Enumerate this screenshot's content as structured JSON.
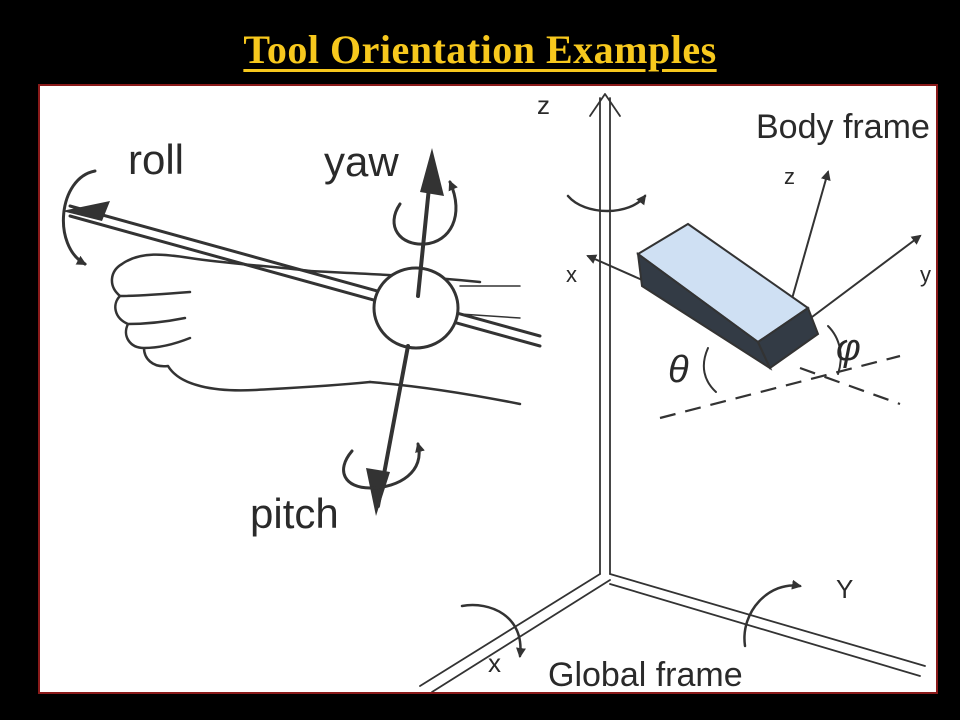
{
  "slide": {
    "title": "Tool Orientation Examples",
    "title_color": "#f7c81d",
    "background": "#000000"
  },
  "left_figure": {
    "labels": {
      "roll": "roll",
      "yaw": "yaw",
      "pitch": "pitch"
    },
    "icons": [
      "hand-illustration",
      "roll-rotation-arrow",
      "yaw-rotation-arrow",
      "pitch-rotation-arrow"
    ]
  },
  "right_figure": {
    "global_axes": {
      "z": "z",
      "x": "x",
      "y": "Y"
    },
    "body_axes": {
      "z": "z",
      "x": "x",
      "y": "y"
    },
    "angles": {
      "theta": "θ",
      "phi": "φ"
    },
    "body_frame_label": "Body frame",
    "global_frame_label": "Global frame",
    "block_top_color": "#cfe0f3",
    "block_side_color": "#333b45"
  }
}
